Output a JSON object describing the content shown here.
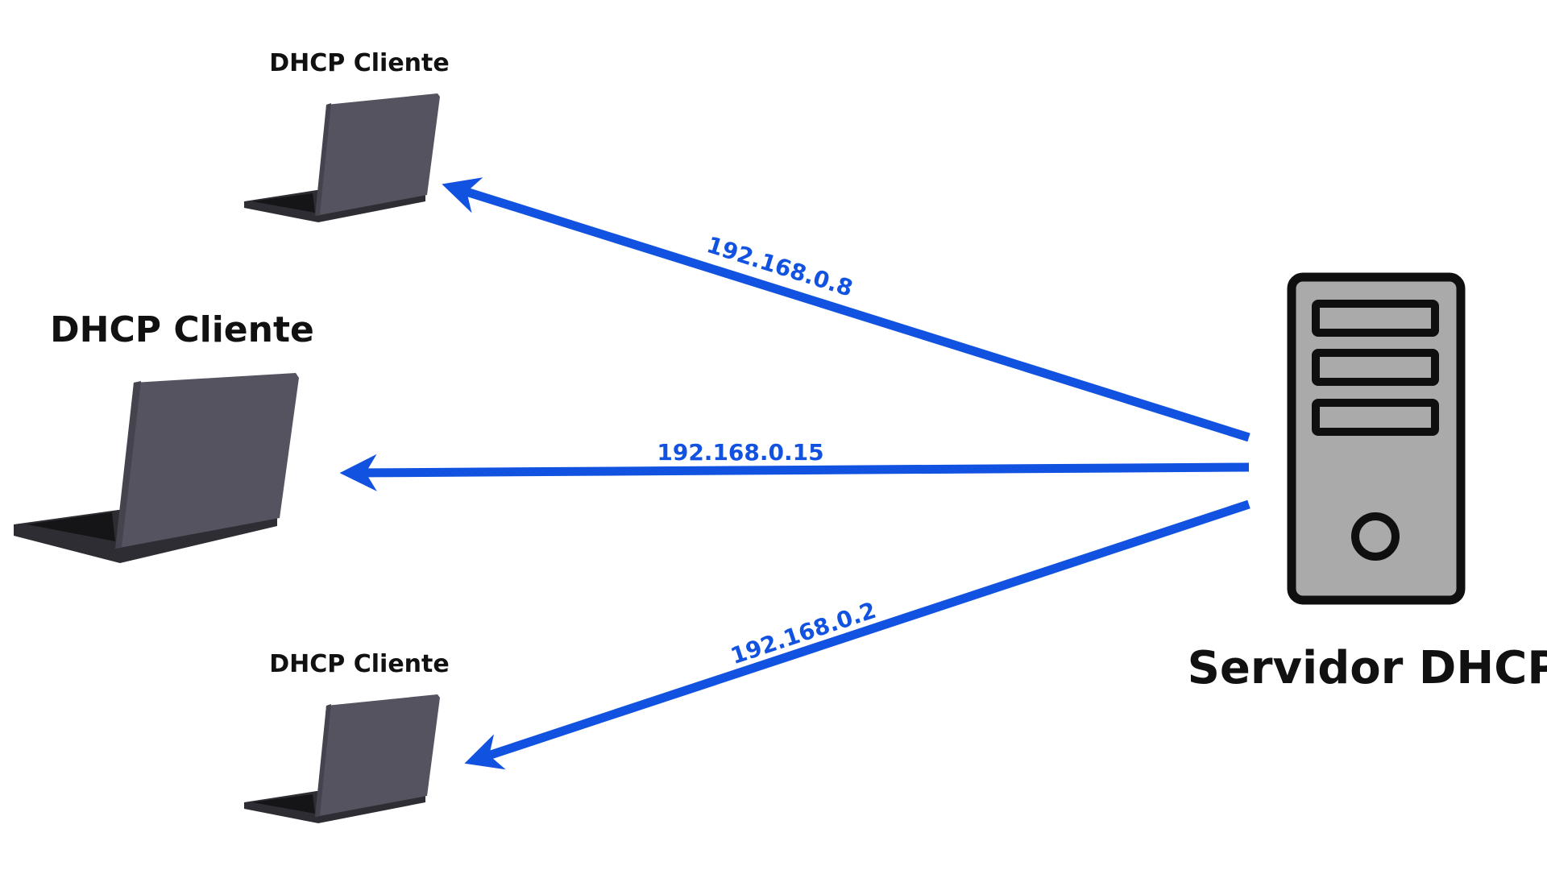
{
  "colors": {
    "arrow": "#1152E0",
    "ip_text": "#1152E0",
    "laptop_screen": "#55535F",
    "laptop_base": "#2E2D33",
    "laptop_keyboard": "#1A1A1E",
    "server_body": "#AAAAAA",
    "server_outline": "#0F0F0F",
    "label_text": "#111111"
  },
  "server": {
    "label": "Servidor DHCP",
    "icon": "server-tower-icon"
  },
  "clients": [
    {
      "label": "DHCP Cliente",
      "icon": "laptop-icon"
    },
    {
      "label": "DHCP Cliente",
      "icon": "laptop-icon"
    },
    {
      "label": "DHCP Cliente",
      "icon": "laptop-icon"
    }
  ],
  "connections": [
    {
      "ip": "192.168.0.8"
    },
    {
      "ip": "192.168.0.15"
    },
    {
      "ip": "192.168.0.2"
    }
  ]
}
